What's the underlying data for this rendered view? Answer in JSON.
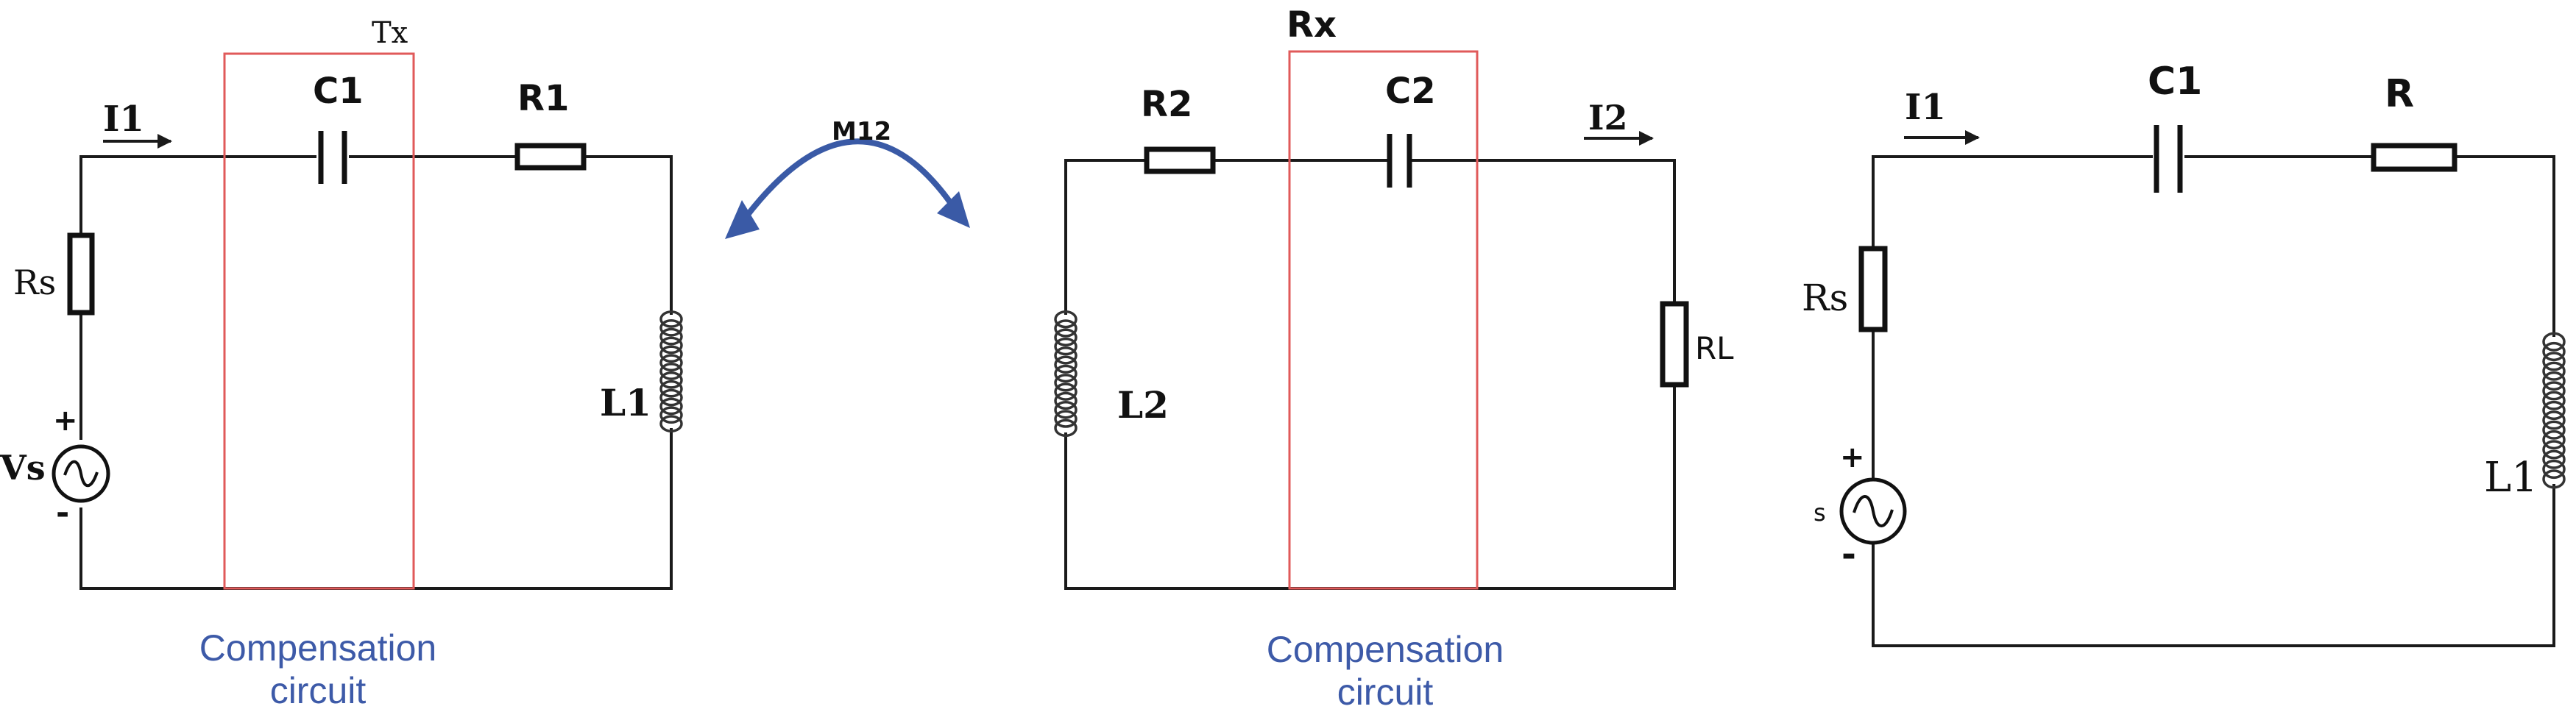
{
  "labels": {
    "tx": "Tx",
    "rx": "Rx",
    "mutual": "M12",
    "circuit1": {
      "i1": "I1",
      "c1": "C1",
      "r1": "R1",
      "rs": "Rs",
      "l1": "L1",
      "vs": "Vs",
      "plus": "+",
      "minus": "-"
    },
    "circuit2": {
      "r2": "R2",
      "c2": "C2",
      "i2": "I2",
      "rl": "RL",
      "l2": "L2"
    },
    "circuit3": {
      "i1": "I1",
      "c1": "C1",
      "r": "R",
      "rs": "Rs",
      "l1": "L1",
      "s": "s",
      "plus": "+",
      "minus": "-"
    },
    "compensation1": [
      "Compensation",
      "circuit"
    ],
    "compensation2": [
      "Compensation",
      "circuit"
    ]
  },
  "colors": {
    "compensation_box": "#e05a5a",
    "compensation_text": "#3d5aa8",
    "coupling_arrow": "#3a5aa6"
  }
}
